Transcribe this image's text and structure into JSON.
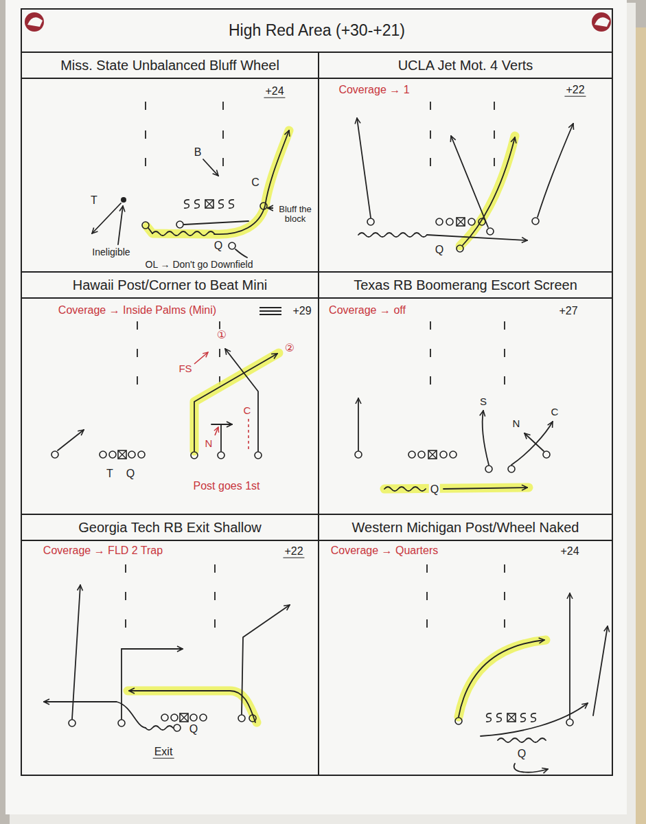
{
  "diagram": {
    "title": "High Red Area (+30-+21)",
    "nodes": [
      {
        "text": [
          "Miss. State Unbalanced Bluff Wheel"
        ]
      },
      {
        "text": [
          "UCLA Jet Mot. 4 Verts"
        ]
      },
      {
        "text": [
          "Hawaii Post/Corner to Beat Mini"
        ]
      },
      {
        "text": [
          "Texas RB Boomerang Escort Screen"
        ]
      },
      {
        "text": [
          "Georgia Tech RB Exit Shallow"
        ]
      },
      {
        "text": [
          "Western Michigan Post/Wheel Naked"
        ]
      }
    ],
    "labels": [
      "+24",
      "B",
      "C",
      "Bluff the block",
      "T",
      "Ineligible",
      "Q",
      "OL → Don't go Downfield",
      "Coverage → 1",
      "+22",
      "Q",
      "Coverage → Inside Palms (Mini)",
      "+29",
      "①",
      "②",
      "FS",
      "N",
      "C",
      "T",
      "Q",
      "Post goes 1st",
      "Coverage → off",
      "+27",
      "S",
      "N",
      "C",
      "Q",
      "Coverage → FLD 2 Trap",
      "+22",
      "Q",
      "Exit",
      "Coverage → Quarters",
      "+24",
      "Q"
    ]
  }
}
